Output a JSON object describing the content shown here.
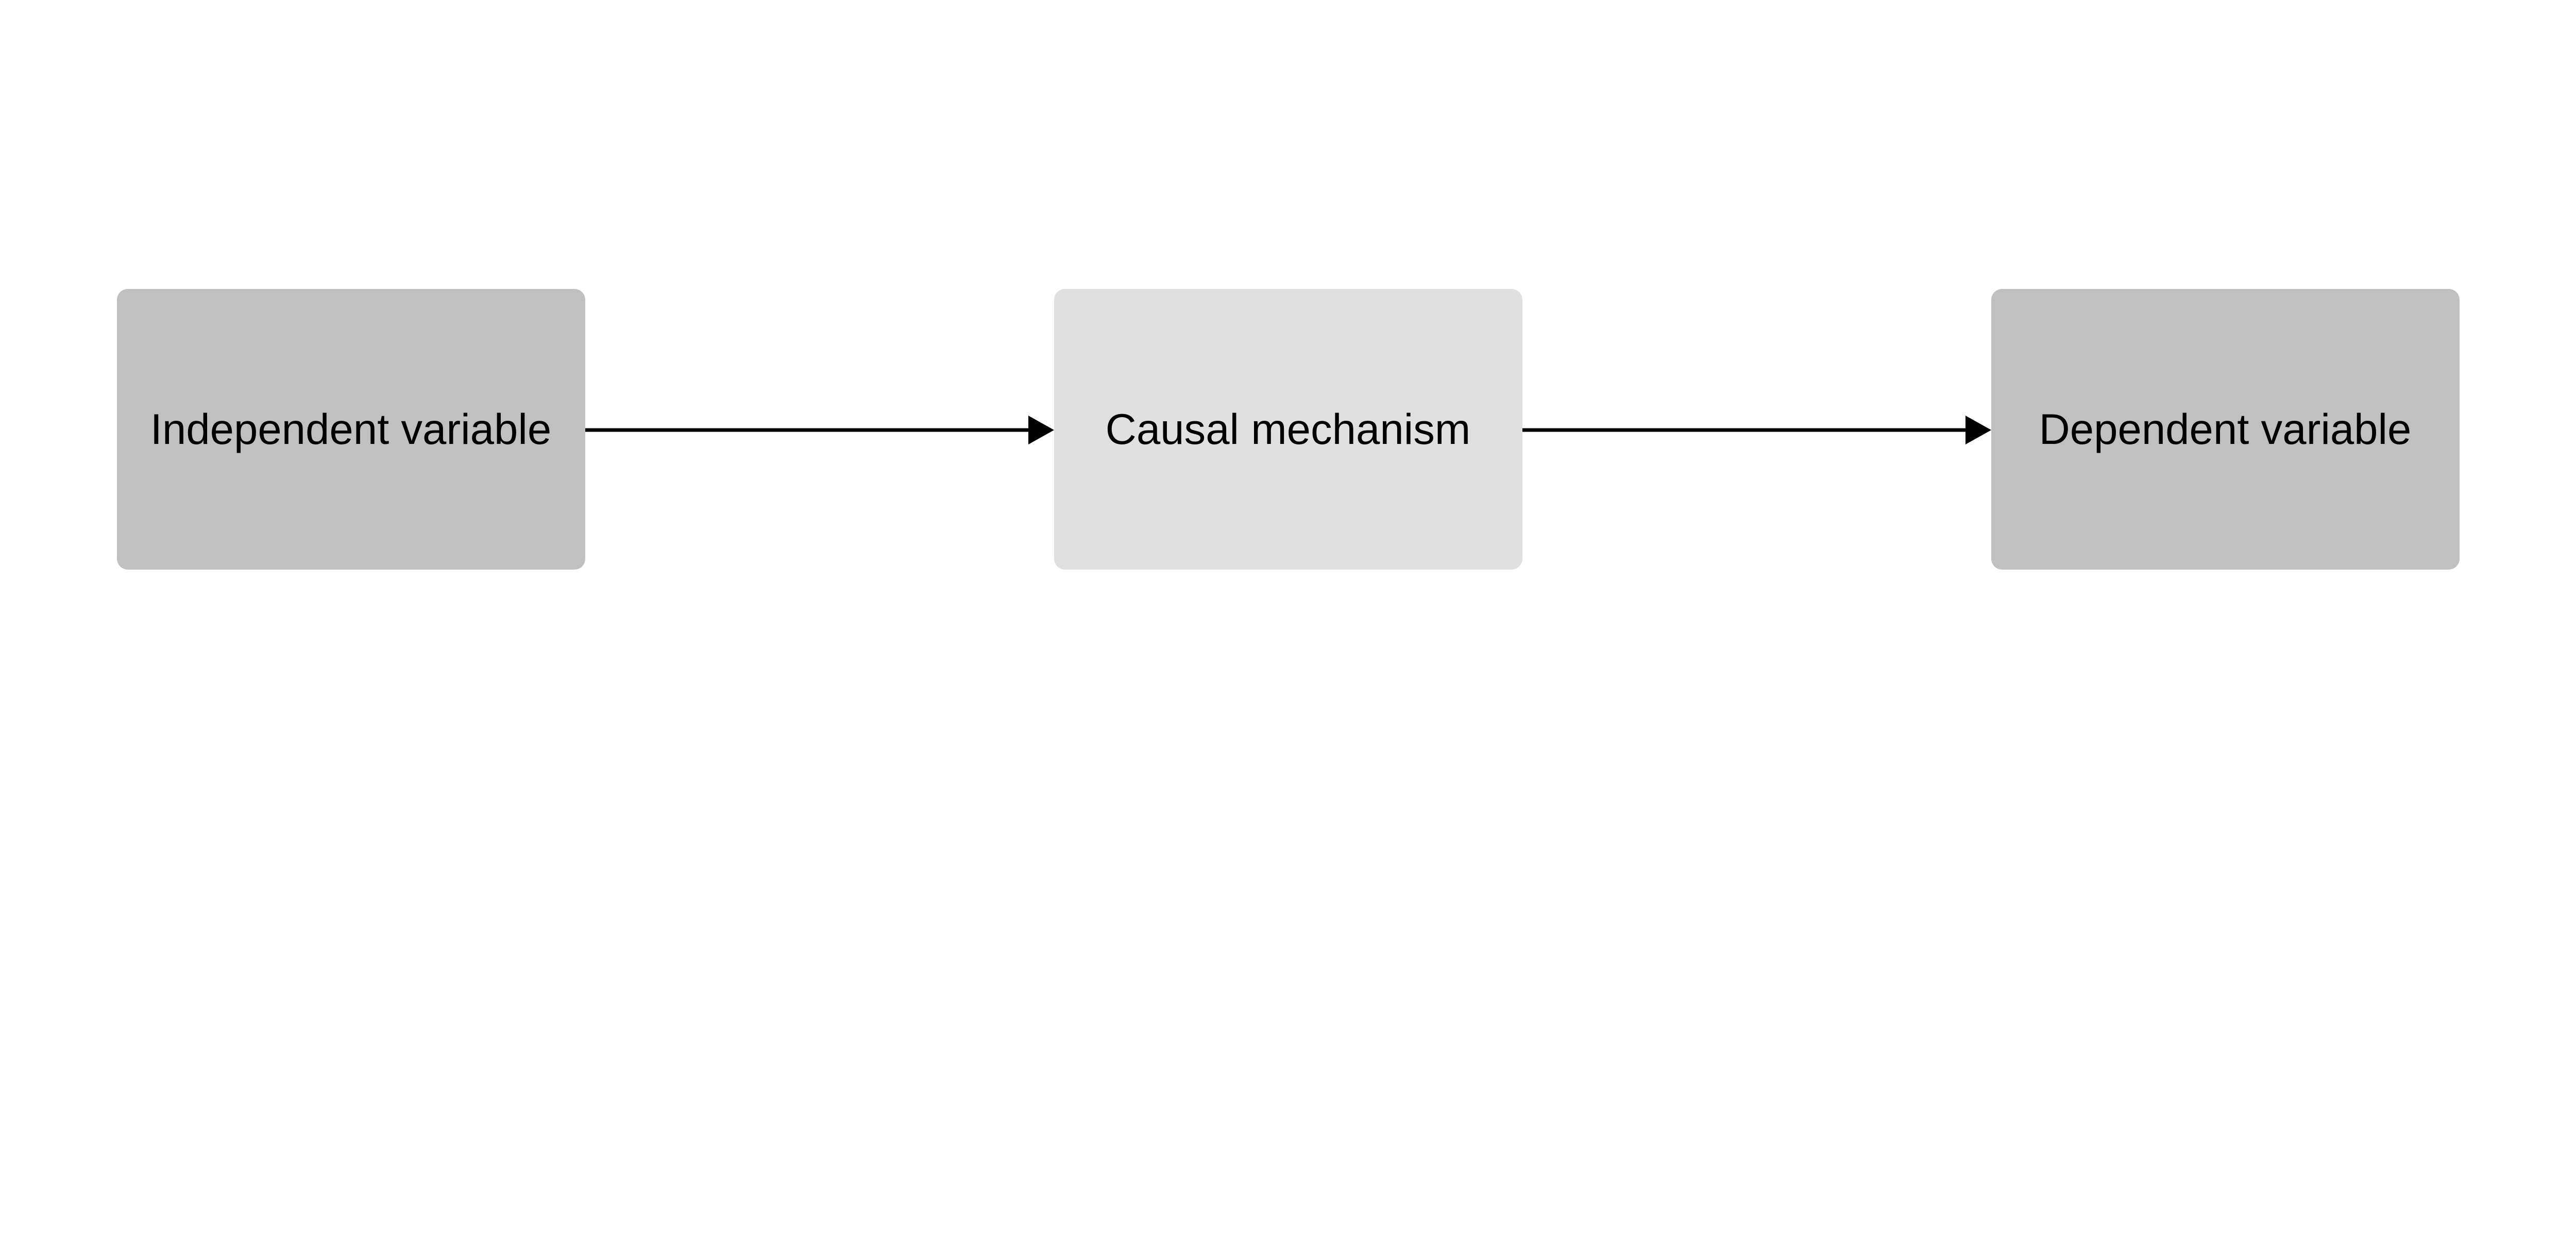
{
  "nodes": [
    {
      "label": "Independent variable",
      "fill": "#c0c0c0"
    },
    {
      "label": "Causal mechanism",
      "fill": "#e0e0e0"
    },
    {
      "label": "Dependent variable",
      "fill": "#c0c0c0"
    }
  ],
  "edges": [
    {
      "from": "Independent variable",
      "to": "Causal mechanism"
    },
    {
      "from": "Causal mechanism",
      "to": "Dependent variable"
    }
  ],
  "colors": {
    "edge": "#000000",
    "background": "#ffffff"
  }
}
